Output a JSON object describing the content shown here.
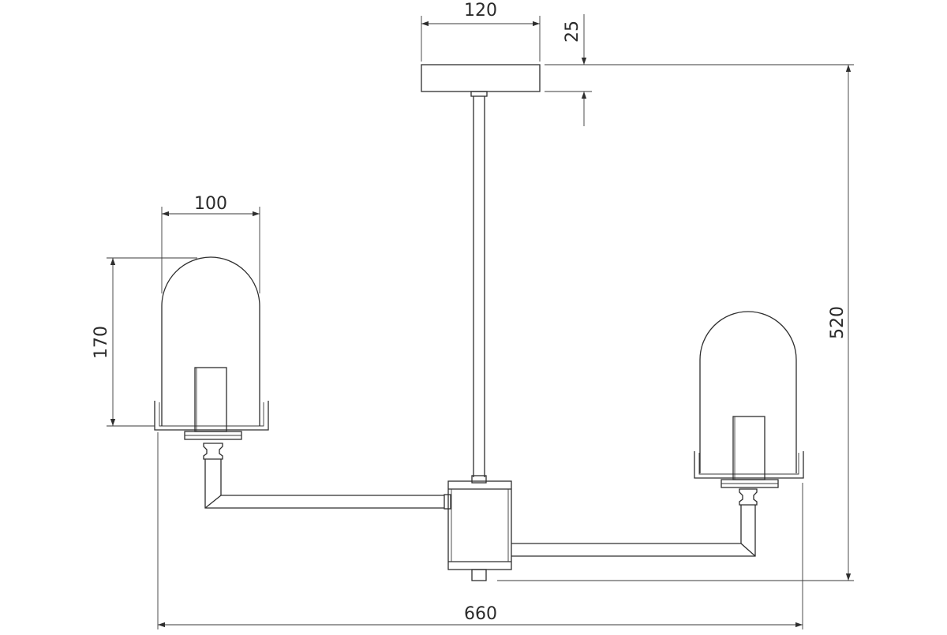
{
  "dimensions": {
    "canopy_width": "120",
    "canopy_height": "25",
    "shade_width": "100",
    "shade_height": "170",
    "total_height": "520",
    "total_width": "660"
  },
  "colors": {
    "line": "#2e2e2e",
    "background": "#ffffff"
  }
}
